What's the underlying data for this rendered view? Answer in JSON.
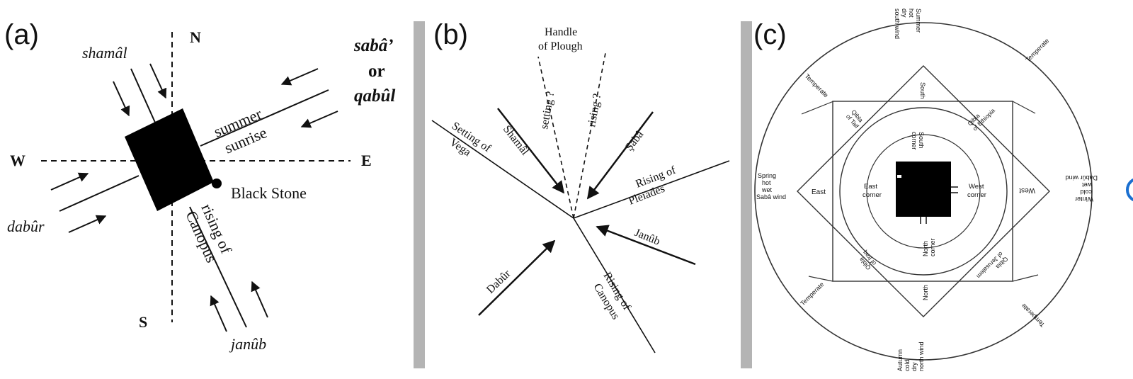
{
  "panel_a": {
    "label": "(a)",
    "north": "N",
    "south": "S",
    "west": "W",
    "east": "E",
    "shamal": "shamâl",
    "saba": "sabâ’",
    "or": "or",
    "qabul": "qabûl",
    "summer": "summer",
    "sunrise": "sunrise",
    "black_stone": "Black Stone",
    "dabur": "dabûr",
    "rising_of": "rising of",
    "canopus": "Canopus",
    "janub": "janûb"
  },
  "panel_b": {
    "label": "(b)",
    "handle_1": "Handle",
    "handle_2": "of Plough",
    "setting_q": "setting ?",
    "rising_q": "rising ?",
    "setting_of": "Setting of",
    "vega": "Vega",
    "shamal": "Shamâl",
    "saba": "Şabâ",
    "rising_of": "Rising of",
    "pleiades": "Pleiades",
    "janub": "Janûb",
    "dabur": "Dabûr",
    "rising_of_2": "Rising of",
    "canopus": "Canopus"
  },
  "panel_c": {
    "label": "(c)",
    "summer_wind": [
      "Summer",
      "hot",
      "dry",
      "south wind"
    ],
    "spring_wind": [
      "Spring",
      "hot",
      "wet",
      "Sabâ wind"
    ],
    "winter_wind": [
      "Winter",
      "cold",
      "wet",
      "Dabûr wind"
    ],
    "autumn_wind": [
      "Autumn",
      "cold",
      "dry",
      "north wind"
    ],
    "temperate": "Temperate",
    "south": "South",
    "north": "North",
    "east": "East",
    "west": "West",
    "qibla_tail_1": "Qibla",
    "qibla_tail_2": "of Taif",
    "qibla_ethiopia_1": "Qibla",
    "qibla_ethiopia_2": "of Ethiopia",
    "qibla_iraq_1": "Qibla",
    "qibla_iraq_2": "of Iraq",
    "qibla_jerusalem_1": "Qibla",
    "qibla_jerusalem_2": "of Jerusalem",
    "south_corner": [
      "South",
      "corner"
    ],
    "east_corner": [
      "East",
      "corner"
    ],
    "west_corner": [
      "West",
      "corner"
    ],
    "north_corner": [
      "North",
      "corner"
    ]
  }
}
